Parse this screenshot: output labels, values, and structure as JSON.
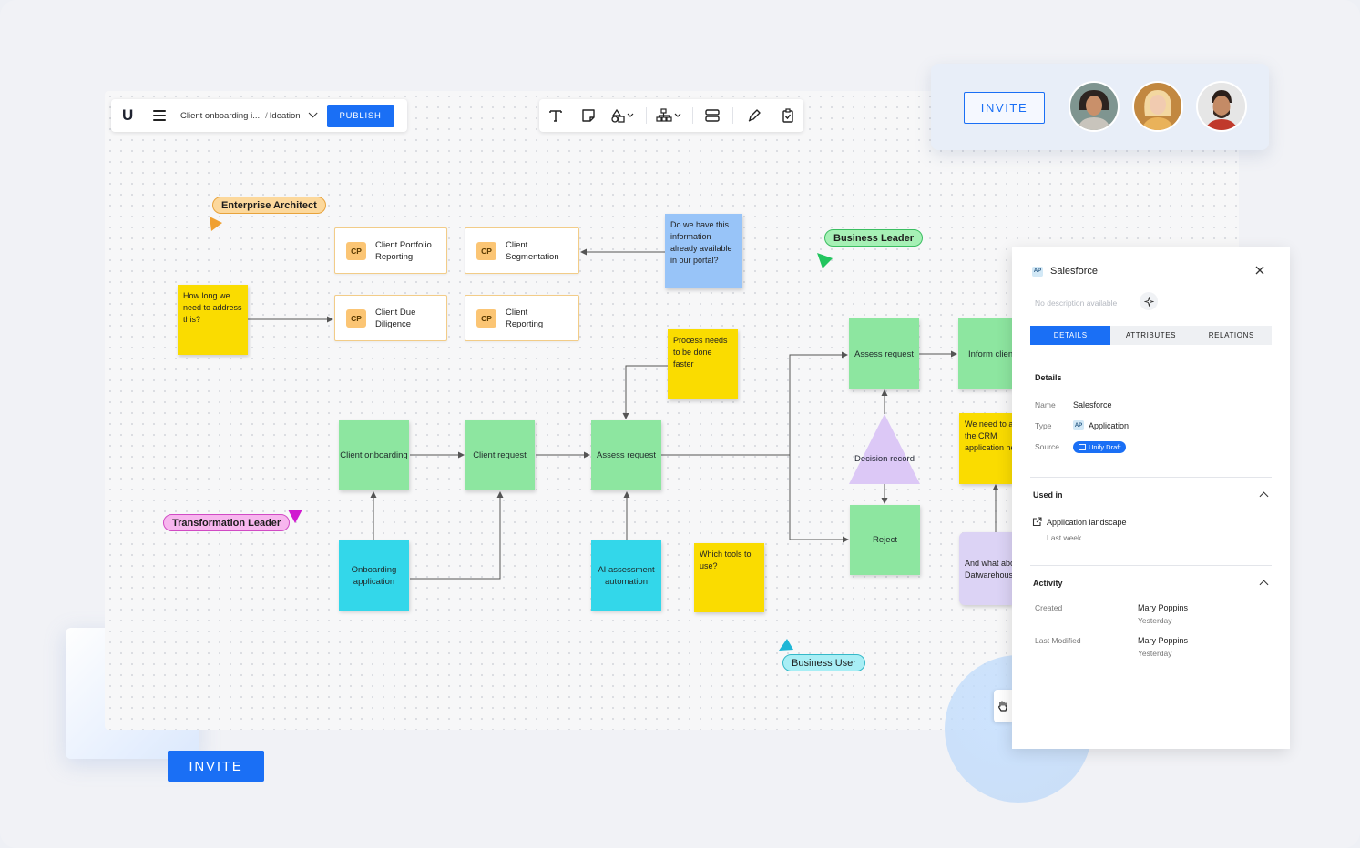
{
  "toolbar": {
    "logo": "U",
    "breadcrumb": "Client onboarding i...",
    "breadcrumb_sep": "/",
    "view": "Ideation",
    "publish_label": "PUBLISH"
  },
  "tools": [
    "text-icon",
    "sticky-note-icon",
    "shapes-icon",
    "hierarchy-icon",
    "layers-icon",
    "pen-icon",
    "clipboard-icon"
  ],
  "invite": {
    "panel_label": "INVITE",
    "bottom_label": "INVITE"
  },
  "tags": {
    "enterprise_architect": "Enterprise Architect",
    "business_leader": "Business Leader",
    "transformation_leader": "Transformation Leader",
    "business_user": "Business User"
  },
  "cards": {
    "badge": "CP",
    "portfolio_reporting": [
      "Client Portfolio",
      "Reporting"
    ],
    "segmentation": [
      "Client",
      "Segmentation"
    ],
    "due_diligence": [
      "Client Due",
      "Diligence"
    ],
    "reporting": [
      "Client",
      "Reporting"
    ]
  },
  "stickies": {
    "how_long": "How long we need to address this?",
    "do_we_have": "Do we have this information already available in our portal?",
    "process_needs": "Process needs to be done faster",
    "which_tools": "Which tools to use?",
    "we_need_to": "We need to add the CRM application here",
    "and_what": "And what about Datwarehouse"
  },
  "boxes": {
    "client_onboarding": "Client onboarding",
    "client_request": "Client request",
    "assess_request_1": "Assess request",
    "onboarding_application": "Onboarding application",
    "ai_assessment": "AI assessment automation",
    "assess_request_2": "Assess request",
    "inform_client": "Inform client",
    "decision_record": "Decision record",
    "reject": "Reject"
  },
  "panel": {
    "title": "Salesforce",
    "type_chip": "AP",
    "description": "No description available",
    "tabs": [
      "DETAILS",
      "ATTRIBUTES",
      "RELATIONS"
    ],
    "details_heading": "Details",
    "fields": {
      "name_label": "Name",
      "name_value": "Salesforce",
      "type_label": "Type",
      "type_value": "Application",
      "source_label": "Source",
      "source_value": "Unify Draft"
    },
    "used_in_heading": "Used in",
    "used_in_item": "Application landscape",
    "used_in_time": "Last week",
    "activity_heading": "Activity",
    "created_label": "Created",
    "created_by": "Mary Poppins",
    "created_time": "Yesterday",
    "modified_label": "Last Modified",
    "modified_by": "Mary Poppins",
    "modified_time": "Yesterday"
  },
  "colors": {
    "accent": "#1a6ff5",
    "green_box": "#8de6a0",
    "cyan_box": "#33d7ea",
    "yellow_sticky": "#fadc00",
    "blue_sticky": "#98c4f8",
    "purple_sticky": "#dcd3f5"
  }
}
